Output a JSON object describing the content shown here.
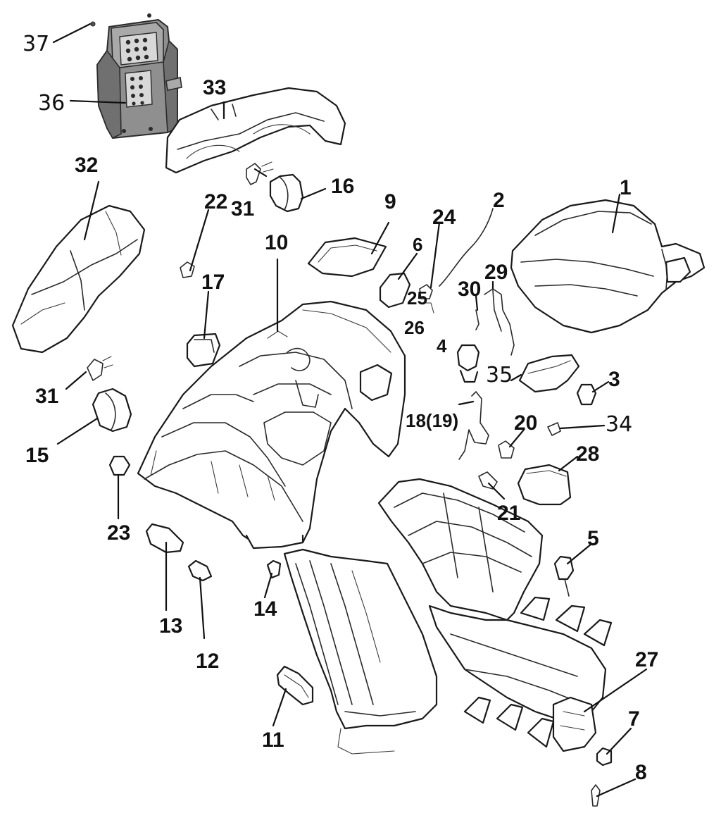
{
  "callouts": {
    "c1": "1",
    "c2": "2",
    "c3": "3",
    "c4": "4",
    "c5": "5",
    "c6": "6",
    "c7": "7",
    "c8": "8",
    "c9": "9",
    "c10": "10",
    "c11": "11",
    "c12": "12",
    "c13": "13",
    "c14": "14",
    "c15": "15",
    "c16": "16",
    "c17": "17",
    "c18_19": "18(19)",
    "c20": "20",
    "c21": "21",
    "c22": "22",
    "c23": "23",
    "c24": "24",
    "c25": "25",
    "c26": "26",
    "c27": "27",
    "c28": "28",
    "c29": "29",
    "c30": "30",
    "c31a": "31",
    "c31b": "31",
    "c32": "32",
    "c33": "33",
    "c34": "34",
    "c35": "35",
    "c36": "36",
    "c37": "37"
  }
}
